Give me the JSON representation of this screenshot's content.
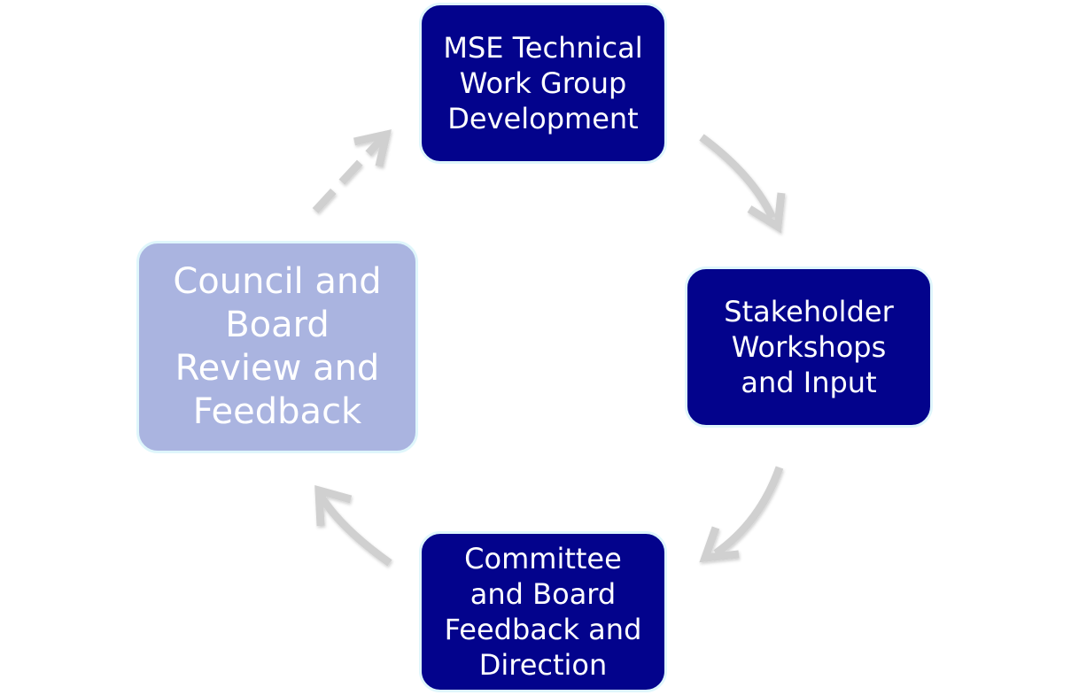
{
  "diagram": {
    "nodes": [
      {
        "id": "top",
        "text": "MSE Technical\nWork Group\nDevelopment",
        "style": "dark"
      },
      {
        "id": "right",
        "text": "Stakeholder\nWorkshops\nand Input",
        "style": "dark"
      },
      {
        "id": "bottom",
        "text": "Committee\nand Board\nFeedback and\nDirection",
        "style": "dark"
      },
      {
        "id": "left",
        "text": "Council and\nBoard\nReview and\nFeedback",
        "style": "light"
      }
    ],
    "colors": {
      "node_dark": "#03038c",
      "node_light": "#aab4e0",
      "node_border": "#dff6fb",
      "arrow": "#d0d0d0"
    },
    "arrows": [
      {
        "from": "top",
        "to": "right",
        "style": "solid"
      },
      {
        "from": "right",
        "to": "bottom",
        "style": "solid"
      },
      {
        "from": "bottom",
        "to": "left",
        "style": "solid"
      },
      {
        "from": "left",
        "to": "top",
        "style": "dashed"
      }
    ]
  }
}
